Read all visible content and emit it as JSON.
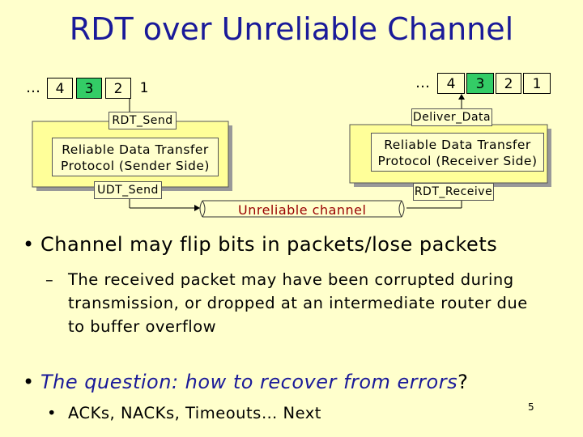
{
  "title": "RDT over Unreliable Channel",
  "sender": {
    "ellipsis": "…",
    "packets": [
      "4",
      "3",
      "2",
      "1"
    ],
    "top_label": "RDT_Send",
    "protocol_line1": "Reliable Data Transfer",
    "protocol_line2": "Protocol (Sender Side)",
    "bottom_label": "UDT_Send"
  },
  "receiver": {
    "ellipsis": "…",
    "packets": [
      "4",
      "3",
      "2",
      "1"
    ],
    "top_label": "Deliver_Data",
    "protocol_line1": "Reliable Data Transfer",
    "protocol_line2": "Protocol (Receiver Side)",
    "bottom_label": "RDT_Receive"
  },
  "channel_label": "Unreliable channel",
  "bullets": {
    "b1": "Channel may flip bits in packets/lose packets",
    "b1_sub_dash": "–",
    "b1_sub_line1": "The received packet may have been corrupted during",
    "b1_sub_line2": "transmission, or dropped at an intermediate router due",
    "b1_sub_line3": "to buffer overflow",
    "b2_prefix": "The question: how to recover from errors",
    "b2_suffix": "?",
    "b2_sub": "ACKs, NACKs, Timeouts… Next"
  },
  "colors": {
    "background": "#ffffcc",
    "title": "#1a1a99",
    "pkt_green": "#33cc66",
    "pkt_yellow": "#ffffcc",
    "panel": "#ffff99",
    "channel_text": "#990000",
    "question_text": "#1a1a99"
  },
  "page_number": "5"
}
